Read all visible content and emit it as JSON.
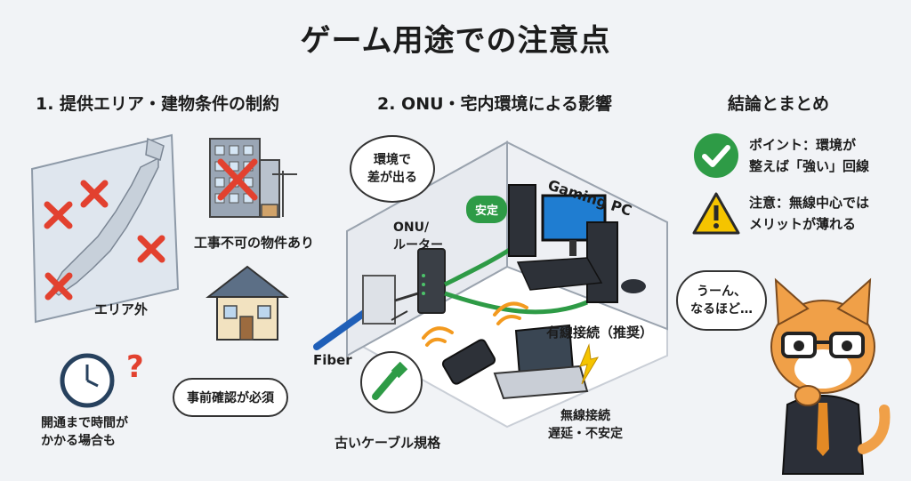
{
  "title": "ゲーム用途での注意点",
  "section1": {
    "title": "1. 提供エリア・建物条件の制約",
    "area_label": "エリア外",
    "building_label": "工事不可の物件あり",
    "time_label_line1": "開通まで時間が",
    "time_label_line2": "かかる場合も",
    "confirm_bubble": "事前確認が必須"
  },
  "section2": {
    "title": "2. ONU・宅内環境による影響",
    "cloud_line1": "環境で",
    "cloud_line2": "差が出る",
    "stable_badge": "安定",
    "onu_line1": "ONU/",
    "onu_line2": "ルーター",
    "pc_label": "Gaming PC",
    "wired_label": "有線接続（推奨）",
    "fiber_label": "Fiber",
    "old_cable_label": "古いケーブル規格",
    "wireless_line1": "無線接続",
    "wireless_line2": "遅延・不安定"
  },
  "section3": {
    "title": "結論とまとめ",
    "point_line1": "ポイント：環境が",
    "point_line2": "整えば「強い」回線",
    "caution_line1": "注意：無線中心では",
    "caution_line2": "メリットが薄れる",
    "cat_bubble_line1": "うーん、",
    "cat_bubble_line2": "なるほど…"
  },
  "colors": {
    "green": "#2e9b46",
    "warning_yellow": "#f5c400",
    "red_x": "#e2412f",
    "orange_wifi": "#f39a1f"
  }
}
